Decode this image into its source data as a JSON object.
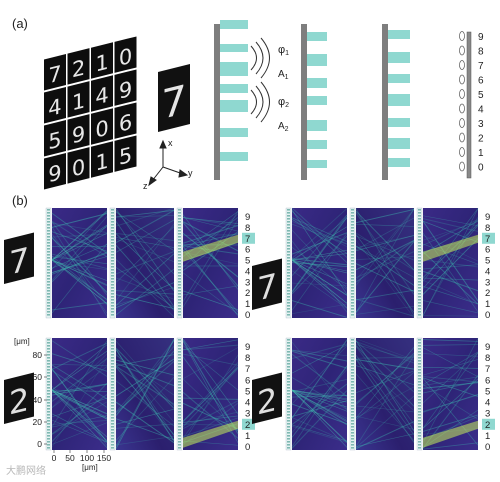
{
  "panels": {
    "a": "(a)",
    "b": "(b)"
  },
  "mnist_grid": [
    "7",
    "2",
    "1",
    "0",
    "4",
    "1",
    "4",
    "9",
    "5",
    "9",
    "0",
    "6",
    "9",
    "0",
    "1",
    "5"
  ],
  "input_digit": "7",
  "axes": {
    "x": "x",
    "y": "y",
    "z": "z"
  },
  "phase_labels": [
    {
      "phi": "φ",
      "sub": "1",
      "amp": "A",
      "ampsub": "1"
    },
    {
      "phi": "φ",
      "sub": "2",
      "amp": "A",
      "ampsub": "2"
    }
  ],
  "detector_digits": [
    "9",
    "8",
    "7",
    "6",
    "5",
    "4",
    "3",
    "2",
    "1",
    "0"
  ],
  "examples": [
    {
      "digit": "7",
      "highlight": "7"
    },
    {
      "digit": "7",
      "highlight": "7"
    },
    {
      "digit": "2",
      "highlight": "2"
    },
    {
      "digit": "2",
      "highlight": "2"
    }
  ],
  "y_axis": {
    "unit": "[μm]",
    "ticks": [
      "80",
      "60",
      "40",
      "20",
      "0"
    ]
  },
  "x_axis": {
    "unit": "[μm]",
    "ticks": [
      "0",
      "50",
      "100",
      "150"
    ]
  },
  "colors": {
    "slab": "#7e7e7e",
    "teal": "#8fd8d0",
    "field_bg": "#2c1d6b",
    "field_beam": "#3dbdb0",
    "field_hot": "#c8ee5a"
  },
  "watermark": "大鹏网络"
}
